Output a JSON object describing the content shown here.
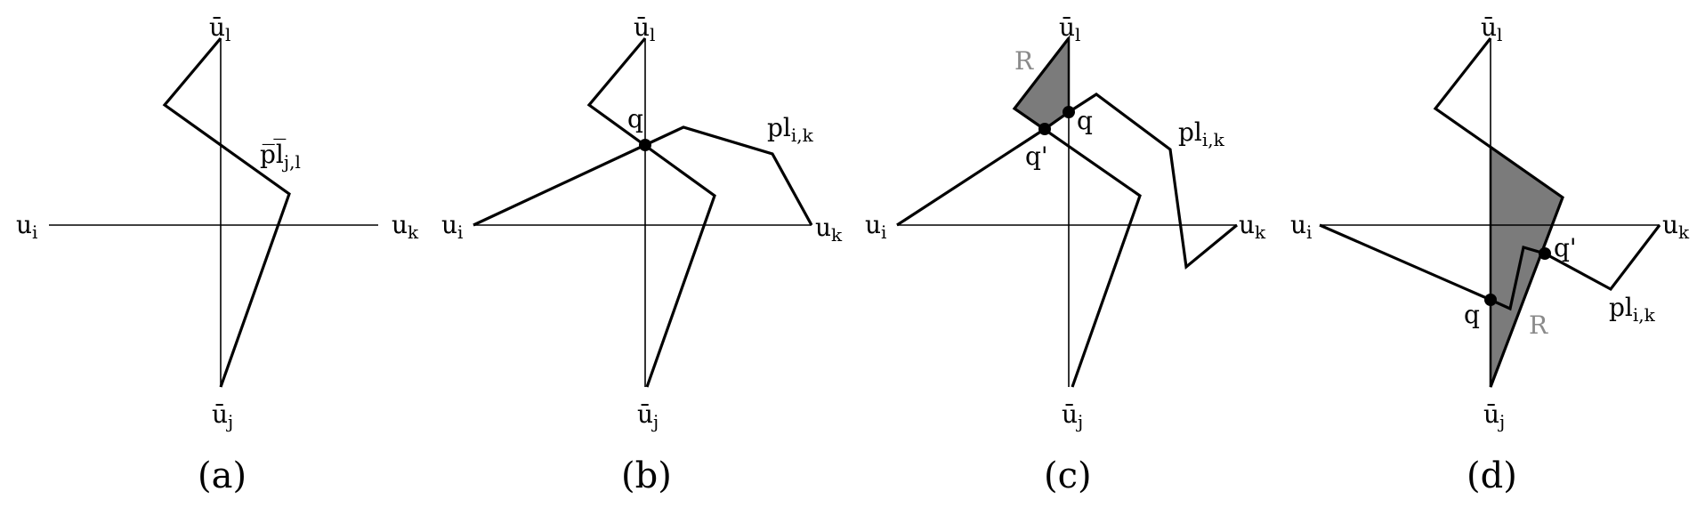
{
  "labels": {
    "u_i": "u",
    "u_i_sub": "i",
    "u_k": "u",
    "u_k_sub": "k",
    "ubar_l": "ū",
    "ubar_l_sub": "l",
    "ubar_j": "ū",
    "ubar_j_sub": "j",
    "plbar": "p̅l̅",
    "plbar_sub": "j,l",
    "pl": "pl",
    "pl_sub": "i,k",
    "q": "q",
    "q_prime": "q'",
    "R": "R"
  },
  "captions": [
    "(a)",
    "(b)",
    "(c)",
    "(d)"
  ],
  "colors": {
    "region_fill": "#7b7b7b",
    "region_label": "#8a8a8a"
  }
}
